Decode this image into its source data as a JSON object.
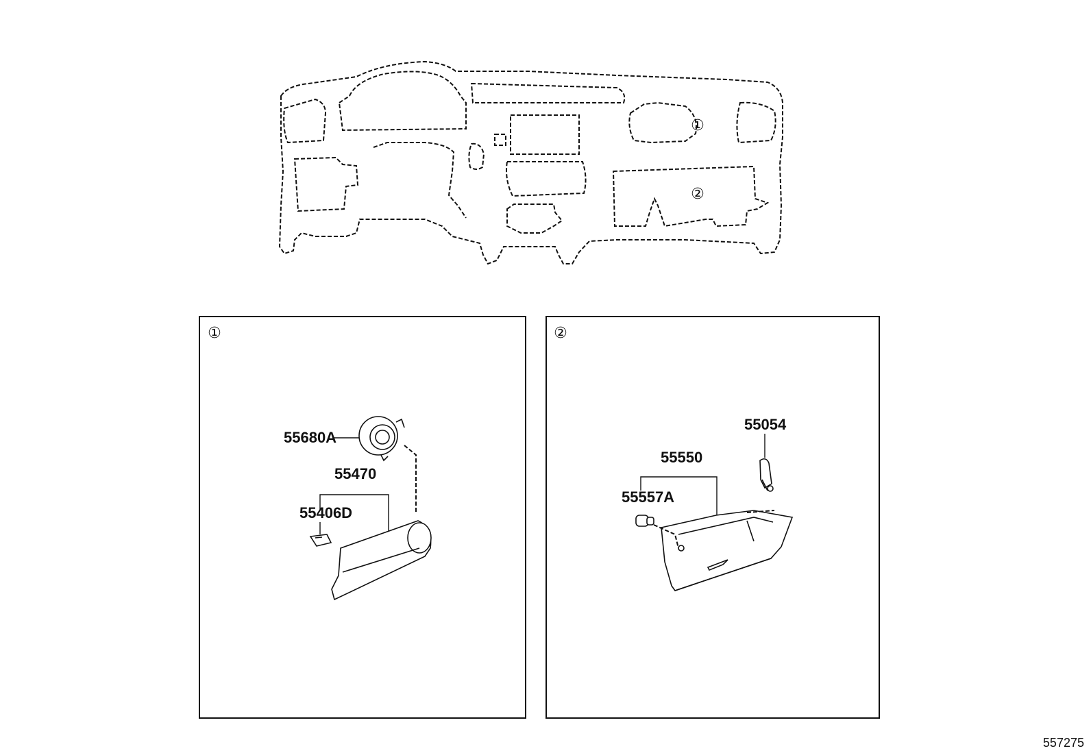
{
  "overview": {
    "callout_1": "①",
    "callout_2": "②"
  },
  "panel_1": {
    "marker": "①",
    "parts": {
      "p55680A": "55680A",
      "p55470": "55470",
      "p55406D": "55406D"
    }
  },
  "panel_2": {
    "marker": "②",
    "parts": {
      "p55054": "55054",
      "p55550": "55550",
      "p55557A": "55557A"
    }
  },
  "document_number": "557275"
}
